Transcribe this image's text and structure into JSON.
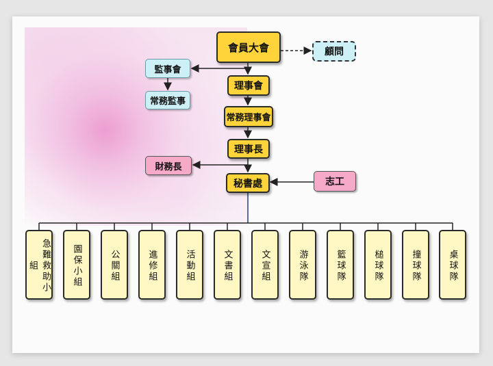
{
  "top": {
    "assembly": "會員大會",
    "advisor": "顧問",
    "board": "理事會",
    "standing_board": "常務理事會",
    "chairman": "理事長",
    "secretariat": "秘書處"
  },
  "side": {
    "supervisors": "監事會",
    "standing_supervisor": "常務監事",
    "treasurer": "財務長",
    "volunteers": "志工"
  },
  "groups": [
    "急難救助小組",
    "園保小組",
    "公關組",
    "進修組",
    "活動組",
    "文書組",
    "文宣組",
    "游泳隊",
    "籃球隊",
    "槌球隊",
    "撞球隊",
    "桌球隊"
  ],
  "colors": {
    "primary_box": "#ffd43b",
    "supervisory_box": "#cdeff6",
    "pink_box": "#f7a9c8",
    "group_box": "#fff8c4"
  }
}
